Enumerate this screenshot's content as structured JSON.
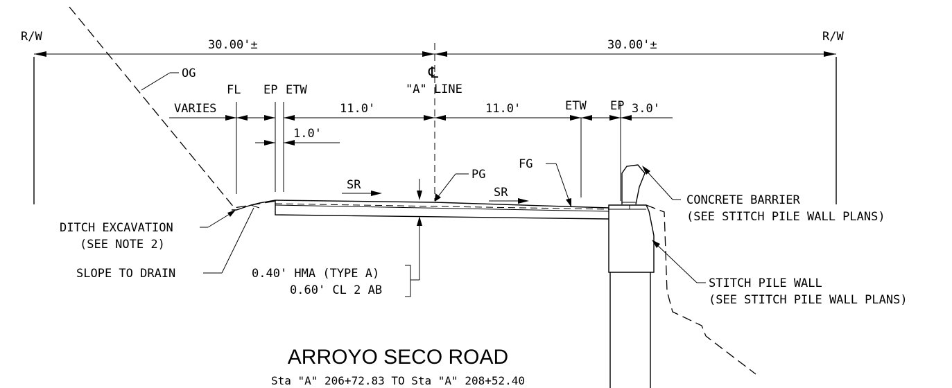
{
  "labels": {
    "rw_left": "R/W",
    "rw_right": "R/W",
    "dim_left": "30.00'±",
    "dim_right": "30.00'±",
    "centerline_symbol": "℄",
    "a_line": "\"A\" LINE",
    "og": "OG",
    "fl": "FL",
    "ep_left": "EP",
    "etw_left": "ETW",
    "etw_right": "ETW",
    "ep_right": "EP",
    "varies": "VARIES",
    "lane_left": "11.0'",
    "lane_right": "11.0'",
    "shoulder_left": "1.0'",
    "shoulder_right": "3.0'",
    "sr_left": "SR",
    "sr_right": "SR",
    "pg": "PG",
    "fg": "FG",
    "ditch_excavation": "DITCH EXCAVATION",
    "see_note_2": "(SEE NOTE 2)",
    "slope_to_drain": "SLOPE TO DRAIN",
    "hma": "0.40' HMA (TYPE A)",
    "ab": "0.60' CL 2 AB",
    "concrete_barrier": "CONCRETE BARRIER",
    "see_wall_plans_1": "(SEE STITCH PILE WALL PLANS)",
    "stitch_pile_wall": "STITCH PILE WALL",
    "see_wall_plans_2": "(SEE STITCH PILE WALL PLANS)"
  },
  "title": {
    "name": "ARROYO SECO ROAD",
    "station_range": "Sta \"A\" 206+72.83 TO Sta \"A\" 208+52.40"
  }
}
